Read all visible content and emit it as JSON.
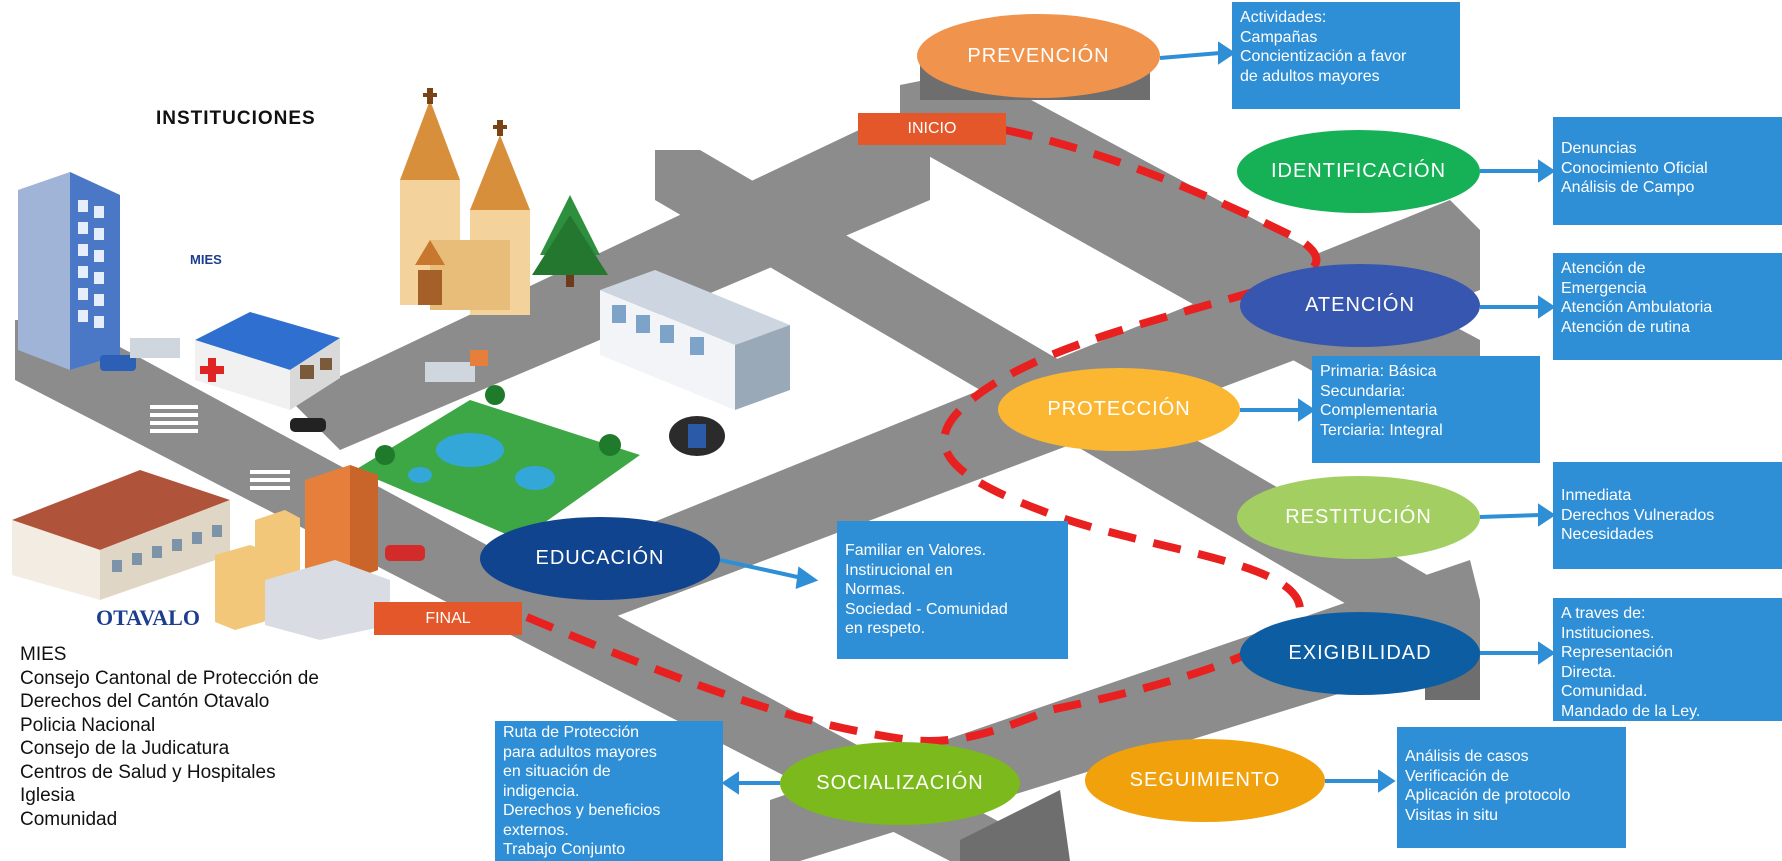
{
  "institutions": {
    "title": "INSTITUCIONES",
    "items": [
      "MIES",
      "Consejo Cantonal de Protección de",
      "Derechos del Cantón Otavalo",
      "Policia Nacional",
      "Consejo de la Judicatura",
      "Centros de Salud y Hospitales",
      "Iglesia",
      "Comunidad"
    ],
    "logos": {
      "mies": "MIES",
      "otavalo": "OTAVALO"
    }
  },
  "markers": {
    "start": "INICIO",
    "end": "FINAL"
  },
  "stages": [
    {
      "id": "prevencion",
      "label": "PREVENCIÓN",
      "color": "#f0944d",
      "detail": "Actividades:\nCampañas\nConcientización a favor\nde adultos mayores"
    },
    {
      "id": "identificacion",
      "label": "IDENTIFICACIÓN",
      "color": "#16b057",
      "detail": "Denuncias\nConocimiento Oficial\nAnálisis de Campo"
    },
    {
      "id": "atencion",
      "label": "ATENCIÓN",
      "color": "#3656b0",
      "detail": "Atención de\nEmergencia\nAtención Ambulatoria\nAtención de rutina"
    },
    {
      "id": "proteccion",
      "label": "PROTECCIÓN",
      "color": "#fbb731",
      "detail": "Primaria:  Básica\nSecundaria:\nComplementaria\nTerciaria: Integral"
    },
    {
      "id": "restitucion",
      "label": "RESTITUCIÓN",
      "color": "#a3cf62",
      "detail": "Inmediata\nDerechos Vulnerados\nNecesidades"
    },
    {
      "id": "exigibilidad",
      "label": "EXIGIBILIDAD",
      "color": "#0d5da3",
      "detail": "A traves de:\nInstituciones.\nRepresentación\nDirecta.\nComunidad.\nMandado de la Ley."
    },
    {
      "id": "seguimiento",
      "label": "SEGUIMIENTO",
      "color": "#f1a10b",
      "detail": "Análisis de casos\nVerificación de\nAplicación de protocolo\nVisitas in situ"
    },
    {
      "id": "socializacion",
      "label": "SOCIALIZACIÓN",
      "color": "#7cb91c",
      "detail": "Ruta de Protección\npara adultos mayores\nen situación de\nindigencia.\nDerechos y beneficios\nexternos.\nTrabajo Conjunto"
    },
    {
      "id": "educacion",
      "label": "EDUCACIÓN",
      "color": "#10448f",
      "detail": "Familiar en Valores.\nInstirucional en\nNormas.\nSociedad - Comunidad\nen respeto."
    }
  ],
  "colors": {
    "road": "#8c8c8c",
    "road_side": "#6e6e6e",
    "route": "#e8201f",
    "arrow": "#2f8fd6",
    "box": "#2f8fd6",
    "tag": "#e4572a"
  }
}
